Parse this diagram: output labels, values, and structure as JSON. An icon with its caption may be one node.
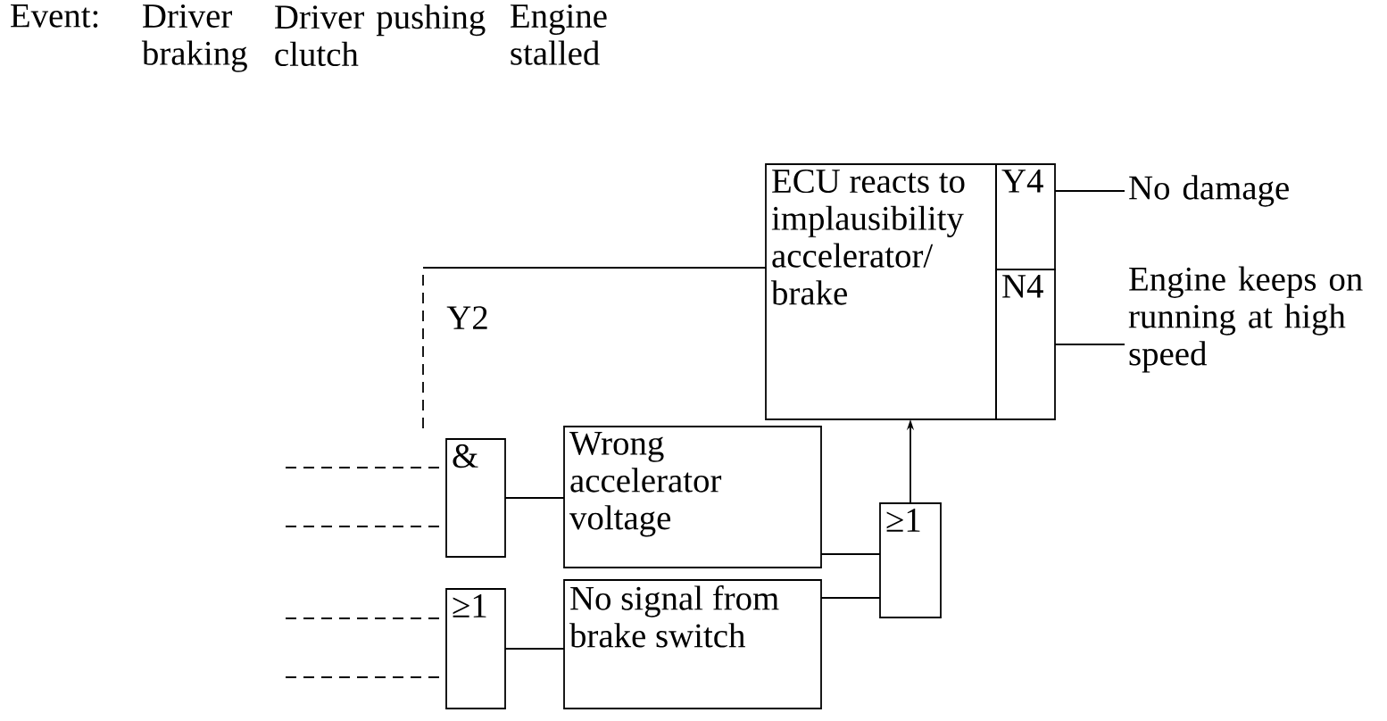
{
  "diagram": {
    "nodes": [
      {
        "text": [
          "ECU reacts to implausibility accelerator/ brake"
        ]
      },
      {
        "text": [
          "Y4"
        ]
      },
      {
        "text": [
          "N4"
        ]
      },
      {
        "text": [
          "No damage"
        ]
      },
      {
        "text": [
          "Engine keeps on running at high speed"
        ]
      },
      {
        "text": [
          "&"
        ]
      },
      {
        "text": [
          "Wrong accelerator voltage"
        ]
      },
      {
        "text": [
          "≥1"
        ]
      },
      {
        "text": [
          "No signal from brake switch"
        ]
      },
      {
        "text": [
          "≥1"
        ]
      }
    ],
    "edges": [
      {
        "from": 5,
        "to": 0,
        "arrow": "none",
        "label": "Y2"
      },
      {
        "from": 5,
        "to": 6,
        "arrow": "none"
      },
      {
        "from": 7,
        "to": 8,
        "arrow": "none"
      },
      {
        "from": 6,
        "to": 9,
        "arrow": "none"
      },
      {
        "from": 8,
        "to": 9,
        "arrow": "none"
      },
      {
        "from": 9,
        "to": 0,
        "arrow": "to"
      },
      {
        "from": 1,
        "to": 3,
        "arrow": "none"
      },
      {
        "from": 2,
        "to": 4,
        "arrow": "none"
      },
      {
        "from": null,
        "to": 5,
        "arrow": "none",
        "style": "dashed"
      },
      {
        "from": null,
        "to": 5,
        "arrow": "none",
        "style": "dashed"
      },
      {
        "from": null,
        "to": 7,
        "arrow": "none",
        "style": "dashed"
      },
      {
        "from": null,
        "to": 7,
        "arrow": "none",
        "style": "dashed"
      }
    ],
    "labels": [
      "Event:",
      "Driver braking",
      "Driver pushing clutch",
      "Engine stalled"
    ]
  }
}
